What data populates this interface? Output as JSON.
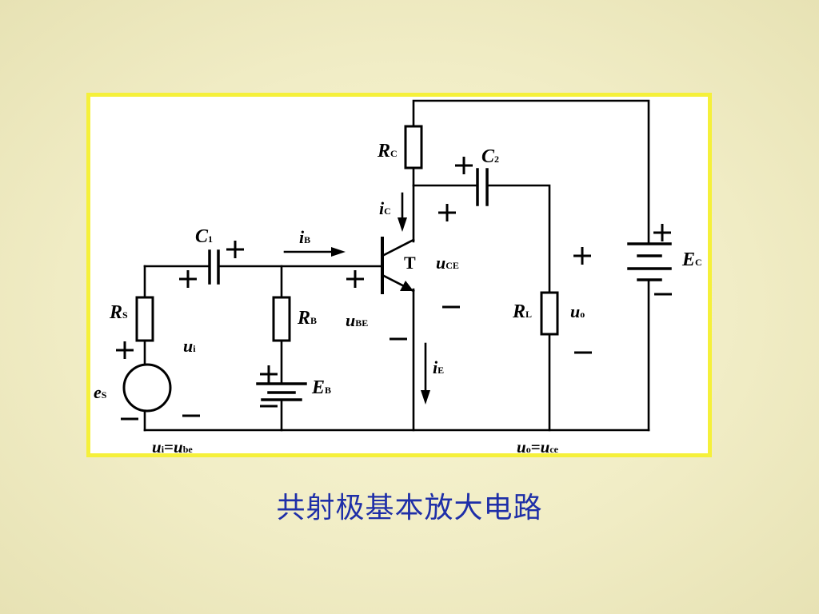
{
  "caption": "共射极基本放大电路",
  "colors": {
    "frame_border": "#f5f03a",
    "caption": "#1f2fa8",
    "background": "#f1edc6"
  },
  "labels": {
    "rc_main": "R",
    "rc_sub": "C",
    "c2_main": "C",
    "c2_sub": "2",
    "ic_main": "i",
    "ic_sub": "C",
    "c1_main": "C",
    "c1_sub": "1",
    "ib_main": "i",
    "ib_sub": "B",
    "t_label": "T",
    "uce_main": "u",
    "uce_sub": "CE",
    "ec_main": "E",
    "ec_sub": "C",
    "rs_main": "R",
    "rs_sub": "S",
    "rb_main": "R",
    "rb_sub": "B",
    "ube_main": "u",
    "ube_sub": "BE",
    "rl_main": "R",
    "rl_sub": "L",
    "uo_main": "u",
    "uo_sub": "o",
    "ui_main": "u",
    "ui_sub": "i",
    "ie_main": "i",
    "ie_sub": "E",
    "eb_main": "E",
    "eb_sub": "B",
    "es_main": "e",
    "es_sub": "S",
    "ui_eq_1": "u",
    "ui_eq_1_sub": "i",
    "ui_eq_eq": "=",
    "ui_eq_2": "u",
    "ui_eq_2_sub": "be",
    "uo_eq_1": "u",
    "uo_eq_1_sub": "o",
    "uo_eq_eq": "=",
    "uo_eq_2": "u",
    "uo_eq_2_sub": "ce"
  }
}
